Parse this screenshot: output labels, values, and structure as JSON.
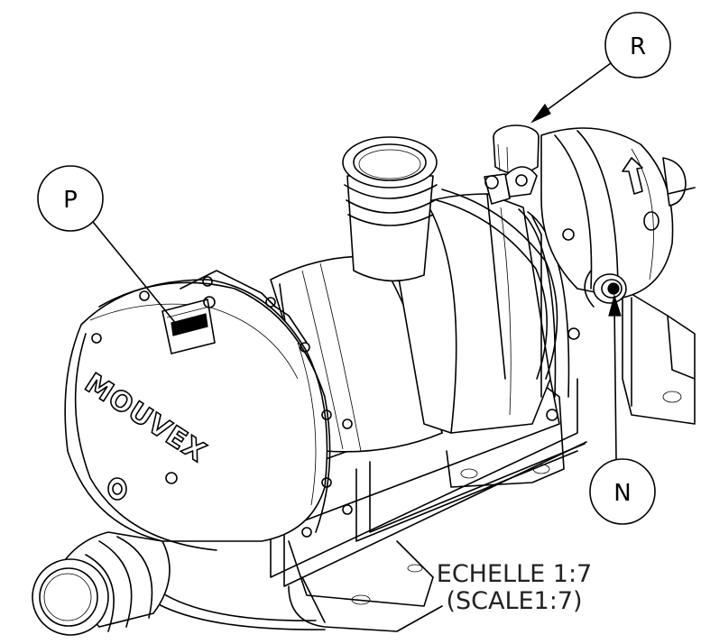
{
  "callouts": {
    "r": "R",
    "p": "P",
    "n": "N"
  },
  "brand_logo": "MOUVEX",
  "scale_label": {
    "line1": "ECHELLE 1:7",
    "line2": "(SCALE1:7)"
  },
  "icons": [
    "arrow-icon",
    "leader-arrow-icon"
  ]
}
